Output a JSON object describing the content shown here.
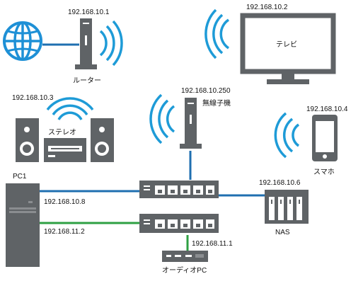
{
  "colors": {
    "line_blue": "#1f6fb0",
    "line_green": "#2ea043",
    "device": "#5f6366",
    "device_light": "#8a8d90",
    "wifi": "#1e9bd7",
    "globe": "#1e90d6"
  },
  "devices": {
    "internet": {
      "icon": "globe-icon"
    },
    "router": {
      "label": "ルーター",
      "ip": "192.168.10.1",
      "icon": "router-icon"
    },
    "tv": {
      "label": "テレビ",
      "ip": "192.168.10.2",
      "icon": "monitor-icon"
    },
    "stereo": {
      "label": "ステレオ",
      "ip": "192.168.10.3",
      "icon": "speaker-icon"
    },
    "access_point": {
      "label": "無線子機",
      "ip": "192.168.10.250",
      "icon": "access-point-icon"
    },
    "smartphone": {
      "label": "スマホ",
      "ip": "192.168.10.4",
      "icon": "smartphone-icon"
    },
    "pc1": {
      "label": "PC1",
      "ip_upper": "192.168.10.8",
      "ip_lower": "192.168.11.2",
      "icon": "tower-pc-icon"
    },
    "nas": {
      "label": "NAS",
      "ip": "192.168.10.6",
      "icon": "nas-icon"
    },
    "audio_pc": {
      "label": "オーディオPC",
      "ip": "192.168.11.1",
      "icon": "audio-pc-icon"
    },
    "switch_upper": {
      "icon": "network-switch-icon"
    },
    "switch_lower": {
      "icon": "network-switch-icon"
    }
  }
}
